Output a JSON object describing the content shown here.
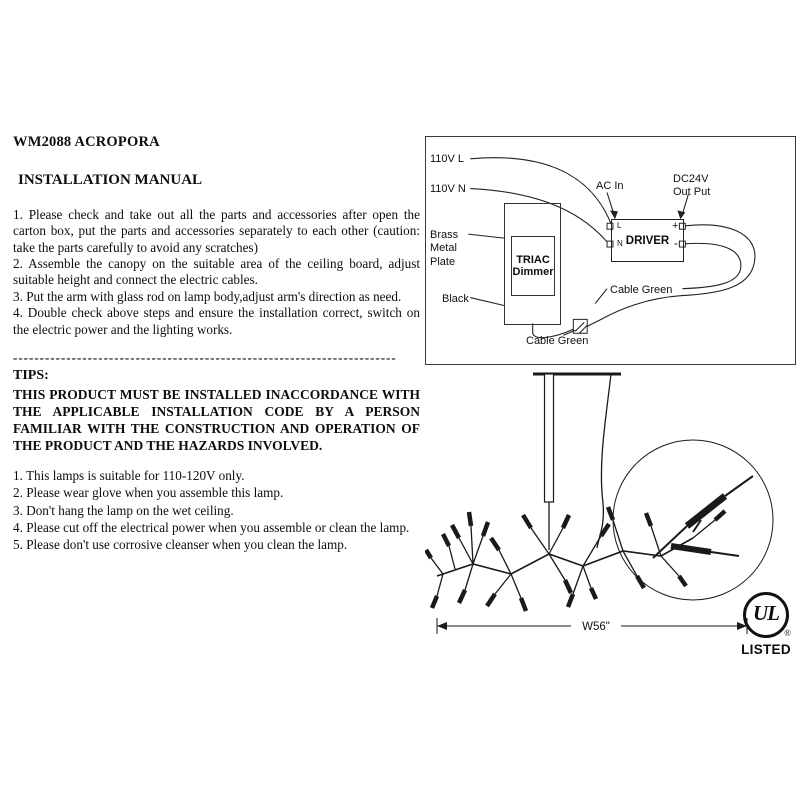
{
  "doc": {
    "title": "WM2088 ACROPORA",
    "subtitle": "INSTALLATION MANUAL",
    "steps": [
      "1.  Please check and take out all the parts and accessories after open the carton box, put the parts and accessories separately to each other  (caution: take the parts carefully to avoid any scratches)",
      "2.  Assemble the canopy on the suitable area of the ceiling board, adjust suitable height and connect the electric cables.",
      "3.  Put the arm with glass rod on lamp body,adjust arm's direction as need.",
      "4.  Double check above steps and ensure the installation correct, switch on the electric power and the lighting works."
    ],
    "separator": "------------------------------------------------------------------------",
    "tips_heading": "TIPS:",
    "warning": "THIS PRODUCT MUST BE INSTALLED INACCORDANCE WITH THE APPLICABLE INSTALLATION CODE BY A PERSON FAMILIAR WITH THE CONSTRUCTION AND OPERATION OF THE PRODUCT AND THE HAZARDS INVOLVED.",
    "tips": [
      "1.  This lamps is suitable for 110-120V only.",
      "2.  Please wear glove when you assemble this lamp.",
      "3.  Don't hang the lamp on the wet ceiling.",
      "4.  Please cut off the electrical power when you assemble or clean the lamp.",
      "5.  Please don't use corrosive cleanser when you clean the lamp."
    ]
  },
  "wiring": {
    "live": "110V L",
    "neutral": "110V N",
    "brass_plate": "Brass\nMetal\nPlate",
    "black": "Black",
    "dimmer": "TRIAC\nDimmer",
    "ac_in": "AC In",
    "driver": "DRIVER",
    "dc_out": "DC24V\nOut Put",
    "terminal_l": "L",
    "terminal_n": "N",
    "terminal_plus": "+",
    "terminal_minus": "-",
    "cable_green_right": "Cable Green",
    "cable_green_bottom": "Cable Green"
  },
  "drawing": {
    "width_label": "W56\""
  },
  "certification": {
    "mark": "UL",
    "registered": "®",
    "listed": "LISTED"
  }
}
